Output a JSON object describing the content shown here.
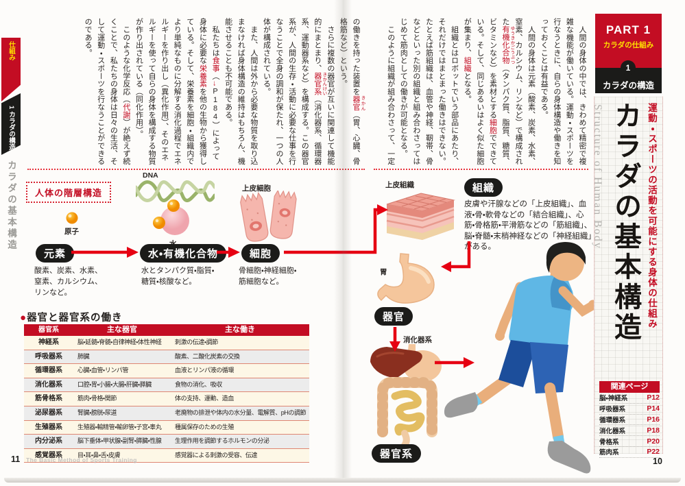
{
  "meta": {
    "page_left": "11",
    "page_right": "10",
    "footer": "The Basic Method of Sports Training"
  },
  "colors": {
    "accent_red": "#c30d23",
    "arrow_red": "#e60012",
    "black": "#1b1b19",
    "yellow": "#ffe100"
  },
  "header": {
    "part": "PART 1",
    "part_sub": "カラダの仕組み",
    "num": "1",
    "chapter": "カラダの構造"
  },
  "sidebar": {
    "part": "PART1",
    "part_sub": "カラダの仕組み",
    "chapter": "1 カラダの構造",
    "section": "カラダの基本構造"
  },
  "title_block": {
    "subtitle": "運動・スポーツの活動を可能にする身体の仕組み",
    "title": "カラダの基本構造",
    "title_en": "Structure of Human Body"
  },
  "body_right": {
    "segments": [
      {
        "t": "　人間の身体の中では、きわめて精密で複雑な機能が働いている。運動・スポーツを行なうときに、自らの身体構造や働きを知っておくことは有益である。\n　人間の身体は元素（酸素、炭素、水素、窒素、カルシウム、リンなど）で構成された"
      },
      {
        "t": "有機化合物",
        "red": true,
        "ruby": "ゆうきかごうぶつ"
      },
      {
        "t": "（タンパク質、脂質、糖質、ビタミンなど）を素材とする"
      },
      {
        "t": "細胞",
        "red": true
      },
      {
        "t": "でできている。そして、同じあるいはよく似た細胞が集まり、"
      },
      {
        "t": "組織",
        "red": true
      },
      {
        "t": "となる。\n　組織とはロボットでいう部品にあたり、それだけではまとまった働きはできない。たとえば筋組織は、血管や神経、靭帯、骨などといった別の組織と組み合わさってはじめて筋肉としての働きが可能となる。\n　このように組織が組み合わさって、一定"
      }
    ]
  },
  "body_left": {
    "segments": [
      {
        "t": "の働きを持った装置を"
      },
      {
        "t": "器官",
        "red": true,
        "ruby": "きかん"
      },
      {
        "t": "（胃、心臓、骨格筋など）という。\n　さらに複数の器官が互いに関連して機能的にまとまり、"
      },
      {
        "t": "器官系",
        "red": true,
        "ruby": "きかんけい"
      },
      {
        "t": "（消化器系、循環器系、運動器系など）を構成する。この器官系が、人間の生存・活動に必要な仕事を行なうことで全身の調和が保たれ、一つの人体が構成されている。\n　また、人間は外から必要な物質を取り込まなければ身体構造の維持はもちろん、機能させることも不可能である。\n　私たちは"
      },
      {
        "t": "食事",
        "red": true
      },
      {
        "t": "（"
      },
      {
        "t": "→",
        "red": true
      },
      {
        "t": "P184",
        "up": true
      },
      {
        "t": "）によって身体に必要な"
      },
      {
        "t": "栄養素",
        "red": true
      },
      {
        "t": "を他の生物から獲得している。そして、栄養素を細胞・組織内でより単純なものに分解する消化過程でエネルギーを作り出し（異化作用）、そのエネルギーを使って自らの身体を構成する物質が作り出されている（同化作用）。\n　このような化学反応（"
      },
      {
        "t": "代謝",
        "red": true
      },
      {
        "t": "）が絶えず続くことで、私たちの身体は日々の生活、そして運動・スポーツを行なうことができるのである。"
      }
    ]
  },
  "hierarchy": {
    "label": "人体の階層構造",
    "labels": {
      "dna": "DNA",
      "atom": "原子",
      "water": "水",
      "cell": "上皮細胞",
      "tissue": "上皮組織",
      "stomach": "胃",
      "digestive": "消化器系"
    },
    "items": [
      {
        "pill": "元素",
        "desc": "酸素、炭素、水素、\n窒素、カルシウム、\nリンなど。"
      },
      {
        "pill": "水・有機化合物",
        "desc": "水とタンパク質・脂質・\n糖質・核酸など。"
      },
      {
        "pill": "細胞",
        "desc": "骨細胞・神経細胞・\n筋細胞など。"
      },
      {
        "pill": "組織",
        "desc": "皮膚や汗腺などの「上皮組織」、血液・骨・軟骨などの「結合組織」、心筋・骨格筋・平滑筋などの「筋組織」、脳・脊髄・末梢神経などの「神経組織」がある。"
      },
      {
        "pill": "器官"
      },
      {
        "pill": "器官系"
      }
    ]
  },
  "organ_table": {
    "title": "器官と器官系の働き",
    "headers": [
      "器官系",
      "主な器官",
      "主な働き"
    ],
    "rows": [
      [
        "神経系",
        "脳・延髄・脊髄・自律神経・体性神経",
        "刺激の伝達・調節"
      ],
      [
        "呼吸器系",
        "肺臓",
        "酸素、二酸化炭素の交換"
      ],
      [
        "循環器系",
        "心臓・血管・リンパ管",
        "血液とリンパ液の循環"
      ],
      [
        "消化器系",
        "口腔・胃・小腸・大腸・肝臓・膵臓",
        "食物の消化、吸収"
      ],
      [
        "筋骨格系",
        "筋肉・骨格・関節",
        "体の支持、運動、造血"
      ],
      [
        "泌尿器系",
        "腎臓・膀胱・尿道",
        "老廃物の排泄や体内の水分量、電解質、pHの調節"
      ],
      [
        "生殖器系",
        "生殖器・輸精管・輸卵管・子宮・睾丸",
        "種属保存のための生殖"
      ],
      [
        "内分泌系",
        "脳下垂体・甲状腺・副腎・膵臓・性腺",
        "生理作用を調節するホルモンの分泌"
      ],
      [
        "感覚器系",
        "目・耳・鼻・舌・皮膚",
        "感覚器による刺激の受容、伝達"
      ]
    ]
  },
  "related": {
    "title": "関連ページ",
    "rows": [
      {
        "label": "脳・神経系",
        "page": "P12"
      },
      {
        "label": "呼吸器系",
        "page": "P14"
      },
      {
        "label": "循環器系",
        "page": "P16"
      },
      {
        "label": "消化器系",
        "page": "P18"
      },
      {
        "label": "骨格系",
        "page": "P20"
      },
      {
        "label": "筋肉系",
        "page": "P22"
      }
    ]
  }
}
